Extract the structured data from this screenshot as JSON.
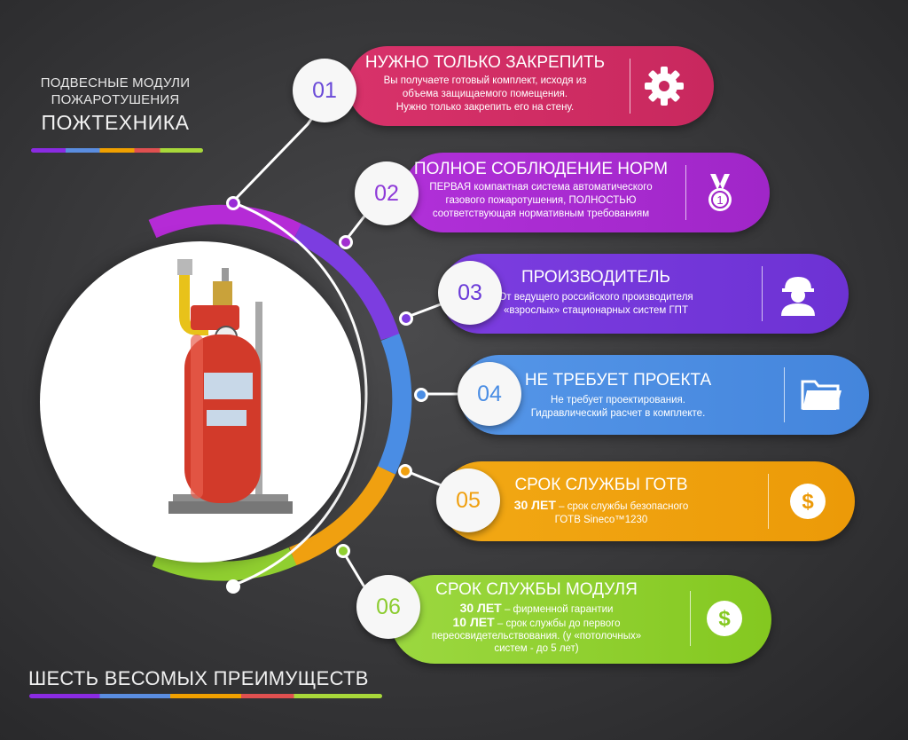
{
  "header": {
    "line1": "ПОДВЕСНЫЕ МОДУЛИ",
    "line2": "ПОЖАРОТУШЕНИЯ",
    "brand": "ПОЖТЕХНИКА"
  },
  "footer_title": "ШЕСТЬ ВЕСОМЫХ ПРЕИМУЩЕСТВ",
  "colors": {
    "pink": "#d8326a",
    "magenta": "#b030d8",
    "purple": "#7c3de0",
    "blue": "#4a8de4",
    "orange": "#f0a010",
    "green": "#90cf30"
  },
  "items": [
    {
      "num": "01",
      "title": "НУЖНО ТОЛЬКО ЗАКРЕПИТЬ",
      "desc": [
        "Вы получаете готовый комплект, исходя из",
        "объема защищаемого помещения.",
        "Нужно только закрепить его на стену."
      ],
      "icon": "gear-icon"
    },
    {
      "num": "02",
      "title": "ПОЛНОЕ СОБЛЮДЕНИЕ НОРМ",
      "desc": [
        "ПЕРВАЯ компактная система автоматического",
        "газового пожаротушения, ПОЛНОСТЬЮ",
        "соответствующая нормативным требованиям"
      ],
      "icon": "medal-icon"
    },
    {
      "num": "03",
      "title": "ПРОИЗВОДИТЕЛЬ",
      "desc": [
        "От ведущего российского производителя",
        "«взрослых» стационарных систем ГПТ"
      ],
      "icon": "engineer-icon"
    },
    {
      "num": "04",
      "title": "НЕ ТРЕБУЕТ ПРОЕКТА",
      "desc": [
        "Не требует проектирования.",
        "Гидравлический расчет в комплекте."
      ],
      "icon": "folder-icon"
    },
    {
      "num": "05",
      "title": "СРОК СЛУЖБЫ ГОТВ",
      "bold1": "30 ЛЕТ",
      "desc1": " – срок службы безопасного",
      "desc2": "ГОТВ Sineco™1230",
      "icon": "dollar-icon"
    },
    {
      "num": "06",
      "title": "СРОК СЛУЖБЫ МОДУЛЯ",
      "bold1": "30 ЛЕТ",
      "desc1": " – фирменной гарантии",
      "bold2": "10 ЛЕТ",
      "desc2": " – срок службы до первого",
      "desc3": "переосвидетельствования. (у «потолочных»",
      "desc4": "систем - до 5 лет)",
      "icon": "dollar-icon"
    }
  ]
}
